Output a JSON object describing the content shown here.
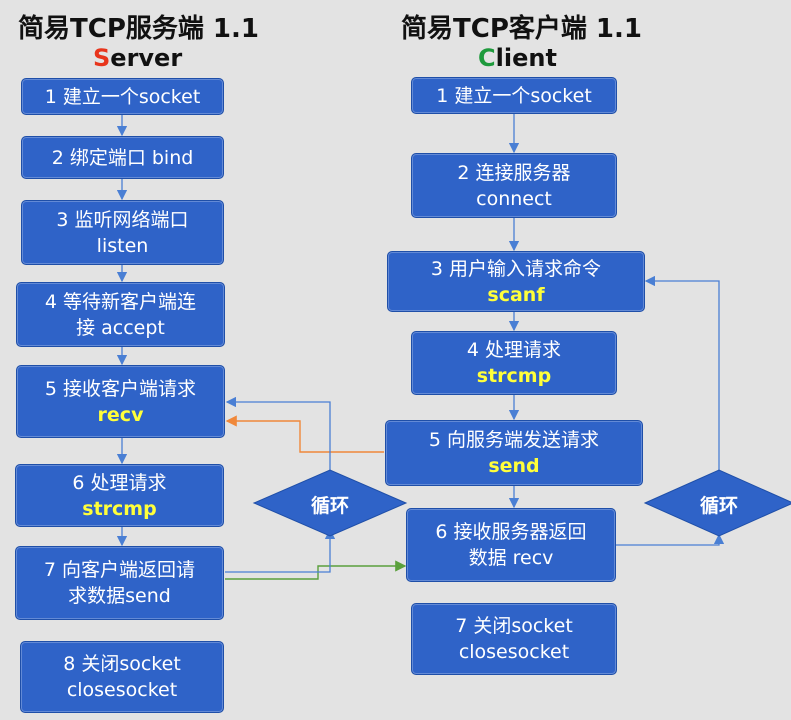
{
  "server": {
    "title": "简易TCP服务端 1.1",
    "subtitle_first": "S",
    "subtitle_rest": "erver",
    "steps": [
      {
        "line1": "1 建立一个socket",
        "line2": ""
      },
      {
        "line1": "2 绑定端口 bind",
        "line2": ""
      },
      {
        "line1": "3 监听网络端口",
        "line2": "listen"
      },
      {
        "line1": "4 等待新客户端连",
        "line2": "接 accept"
      },
      {
        "line1": "5 接收客户端请求",
        "line2": "recv"
      },
      {
        "line1": "6 处理请求",
        "line2": "strcmp"
      },
      {
        "line1": "7 向客户端返回请",
        "line2": "求数据send"
      },
      {
        "line1": "8 关闭socket",
        "line2": "closesocket"
      }
    ],
    "loop_label": "循环"
  },
  "client": {
    "title": "简易TCP客户端 1.1",
    "subtitle_first": "C",
    "subtitle_rest": "lient",
    "steps": [
      {
        "line1": "1 建立一个socket",
        "line2": ""
      },
      {
        "line1": "2 连接服务器",
        "line2": "connect"
      },
      {
        "line1": "3 用户输入请求命令",
        "line2": "scanf"
      },
      {
        "line1": "4 处理请求",
        "line2": "strcmp"
      },
      {
        "line1": "5 向服务端发送请求",
        "line2": "send"
      },
      {
        "line1": "6 接收服务器返回",
        "line2": "数据 recv"
      },
      {
        "line1": "7 关闭socket",
        "line2": "closesocket"
      }
    ],
    "loop_label": "循环"
  },
  "colors": {
    "box": "#2f63c8",
    "keyword": "#ffff3a",
    "server_letter": "#e8351c",
    "client_letter": "#1e9a3c",
    "arrow": "#4a7fd4",
    "arrow_orange": "#f0883a",
    "arrow_green": "#5aa03c"
  }
}
